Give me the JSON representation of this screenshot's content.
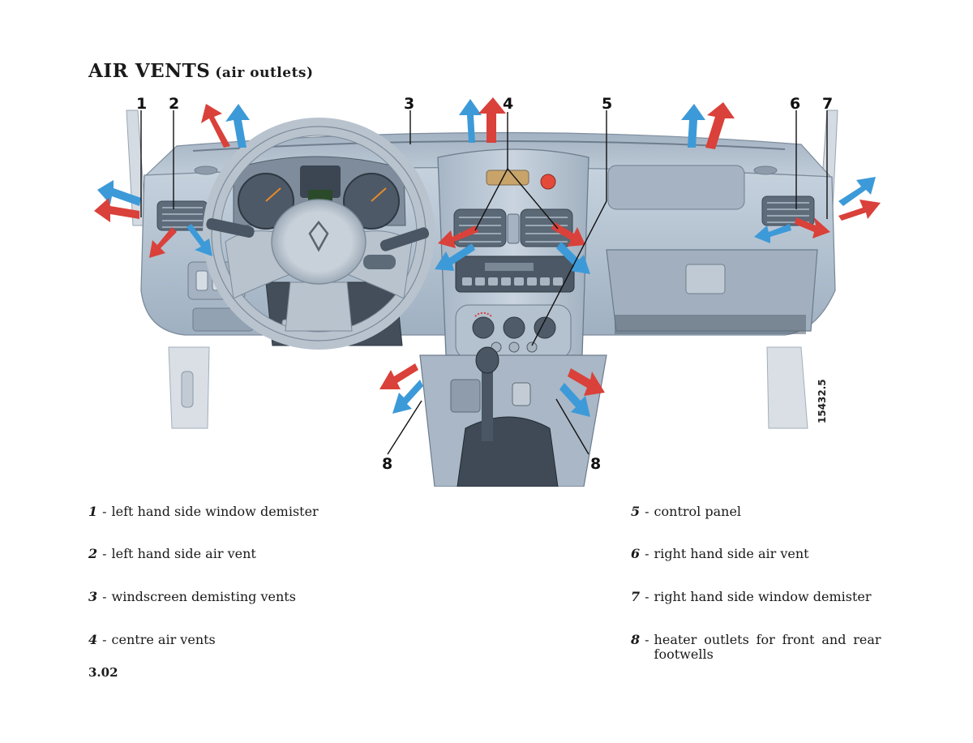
{
  "page": {
    "title": "AIR VENTS",
    "subtitle": "(air outlets)",
    "page_number": "3.02"
  },
  "figure": {
    "figure_id": "15432.5",
    "callouts": [
      "1",
      "2",
      "3",
      "4",
      "5",
      "6",
      "7",
      "8",
      "8"
    ],
    "colors": {
      "warm_air": "#d9413a",
      "cool_air": "#3d9ad8",
      "dashboard": "#b7c5d3",
      "dashboard_dark": "#8d9cad",
      "pillar": "#d4dbe2"
    }
  },
  "legend": [
    {
      "num": "1",
      "sep": "-",
      "text": "left hand side window demister"
    },
    {
      "num": "2",
      "sep": "-",
      "text": "left hand side air vent"
    },
    {
      "num": "3",
      "sep": "-",
      "text": "windscreen demisting vents"
    },
    {
      "num": "4",
      "sep": "-",
      "text": "centre air vents"
    },
    {
      "num": "5",
      "sep": "-",
      "text": "control panel"
    },
    {
      "num": "6",
      "sep": "-",
      "text": "right hand side air vent"
    },
    {
      "num": "7",
      "sep": "-",
      "text": "right hand side window demister"
    },
    {
      "num": "8",
      "sep": "-",
      "text": "heater outlets for front and rear footwells"
    }
  ]
}
